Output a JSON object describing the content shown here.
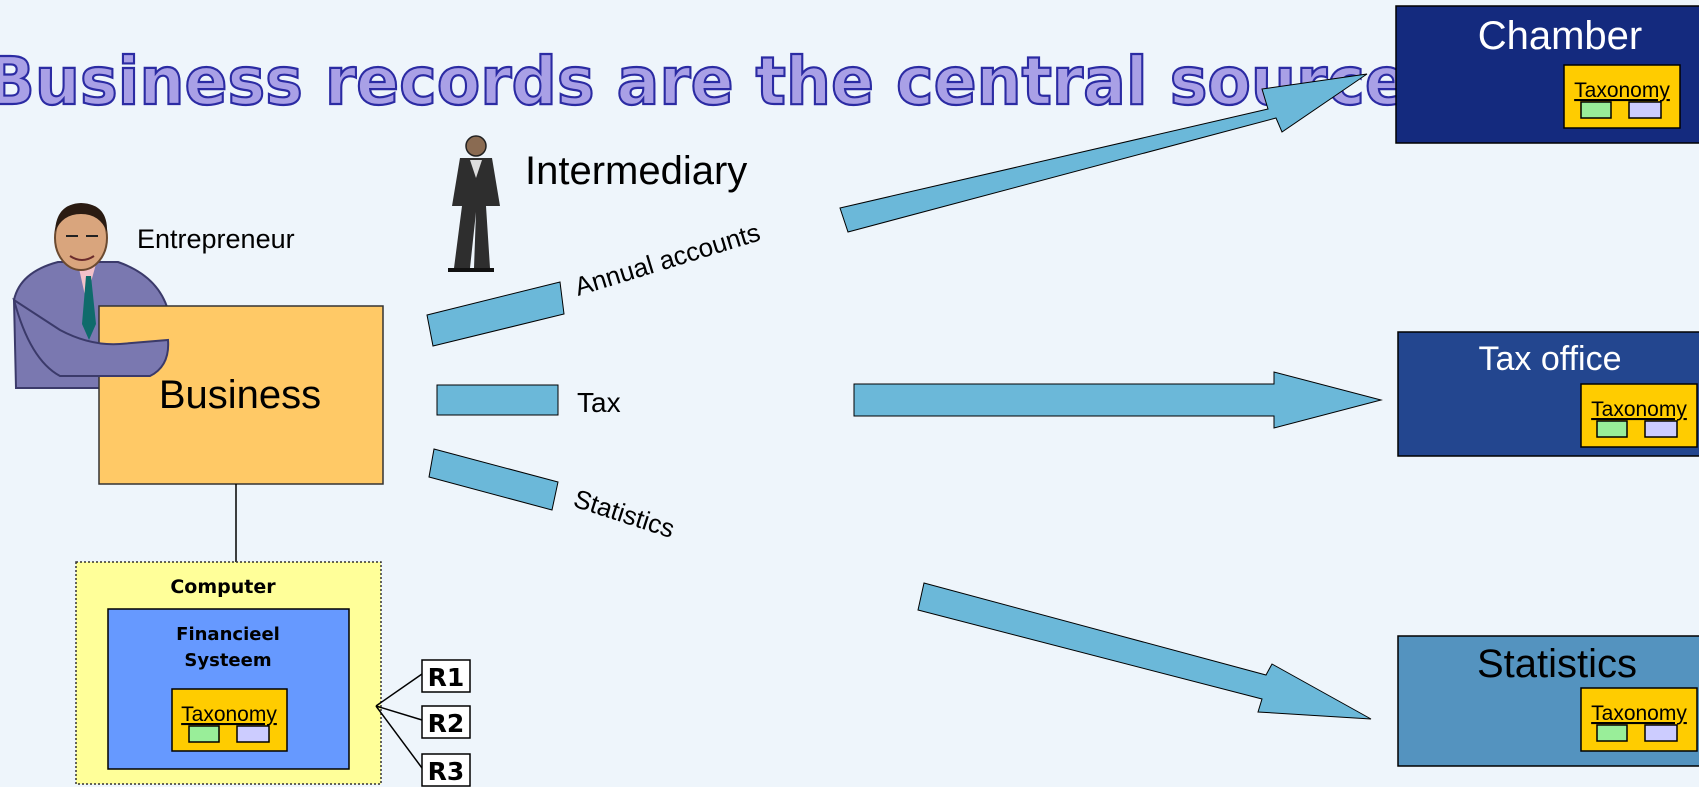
{
  "title": "Business records are the central source",
  "people": {
    "entrepreneur": "Entrepreneur",
    "intermediary": "Intermediary"
  },
  "business": "Business",
  "computer": {
    "label": "Computer",
    "system_line1": "Financieel",
    "system_line2": "Systeem",
    "taxonomy": "Taxonomy"
  },
  "reports": [
    "R1",
    "R2",
    "R3"
  ],
  "flows": {
    "annual": "Annual accounts",
    "tax": "Tax",
    "statistics": "Statistics"
  },
  "targets": {
    "chamber": {
      "label": "Chamber",
      "taxonomy": "Taxonomy",
      "color": "#142a7e"
    },
    "tax_office": {
      "label": "Tax office",
      "taxonomy": "Taxonomy",
      "color": "#23468f"
    },
    "statistics": {
      "label": "Statistics",
      "taxonomy": "Taxonomy",
      "color": "#5493bf"
    }
  },
  "colors": {
    "background": "#eef5fb",
    "title_fill": "#a9a0e6",
    "title_stroke": "#2b2ba3",
    "business_fill": "#ffc966",
    "computer_fill": "#ffff99",
    "system_fill": "#6699ff",
    "taxonomy_fill": "#ffcc00",
    "arrow_fill": "#6bb8d9"
  }
}
